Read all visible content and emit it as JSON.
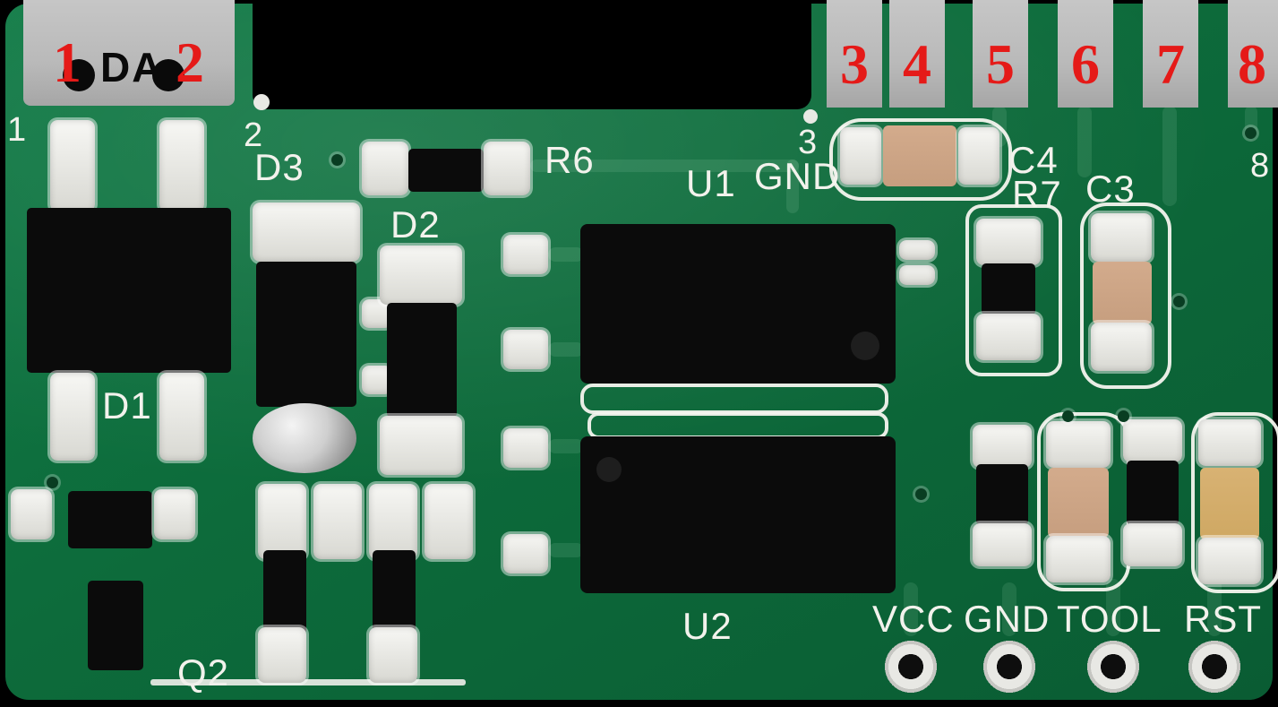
{
  "colors": {
    "background": "#000000",
    "pcb_green": "#0d6b3b",
    "pad_gray": "#b9b9b9",
    "silkscreen_white": "#f2f2ec",
    "annotation_red": "#e51a18",
    "component_black": "#0b0b0b",
    "capacitor_tan": "#c69e7f",
    "capacitor_yellow": "#cfa863",
    "solder_silver": "#d9d9d7"
  },
  "edge_pins_left": [
    {
      "number": "1"
    },
    {
      "number": "2"
    }
  ],
  "edge_pins_right": [
    {
      "number": "3"
    },
    {
      "number": "4"
    },
    {
      "number": "5"
    },
    {
      "number": "6"
    },
    {
      "number": "7"
    },
    {
      "number": "8"
    }
  ],
  "pad_label": "DA",
  "silkscreen_pin_numbers": {
    "pin1": "1",
    "pin2": "2",
    "pin3": "3",
    "pin8": "8"
  },
  "component_labels": {
    "d1": "D1",
    "d2": "D2",
    "d3": "D3",
    "q2": "Q2",
    "r6": "R6",
    "r7": "R7",
    "c3": "C3",
    "c4": "C4",
    "u1": "U1",
    "u2": "U2",
    "gnd": "GND"
  },
  "programming_pads": [
    {
      "label": "VCC"
    },
    {
      "label": "GND"
    },
    {
      "label": "TOOL"
    },
    {
      "label": "RST"
    }
  ]
}
